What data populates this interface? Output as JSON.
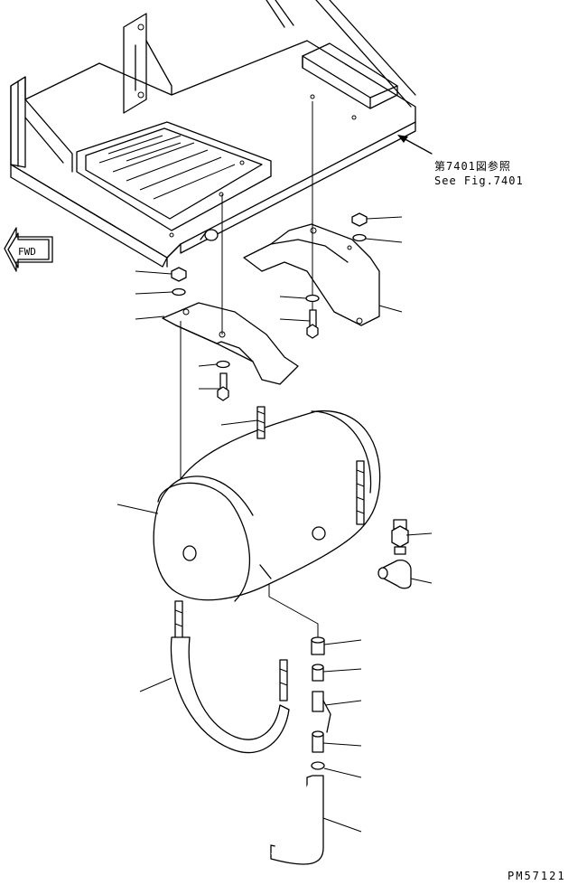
{
  "reference": {
    "ja": "第7401図参照",
    "en": "See Fig.7401"
  },
  "direction_marker": "FWD",
  "drawing_number": "PM57121",
  "colors": {
    "line": "#000000",
    "background": "#ffffff"
  }
}
